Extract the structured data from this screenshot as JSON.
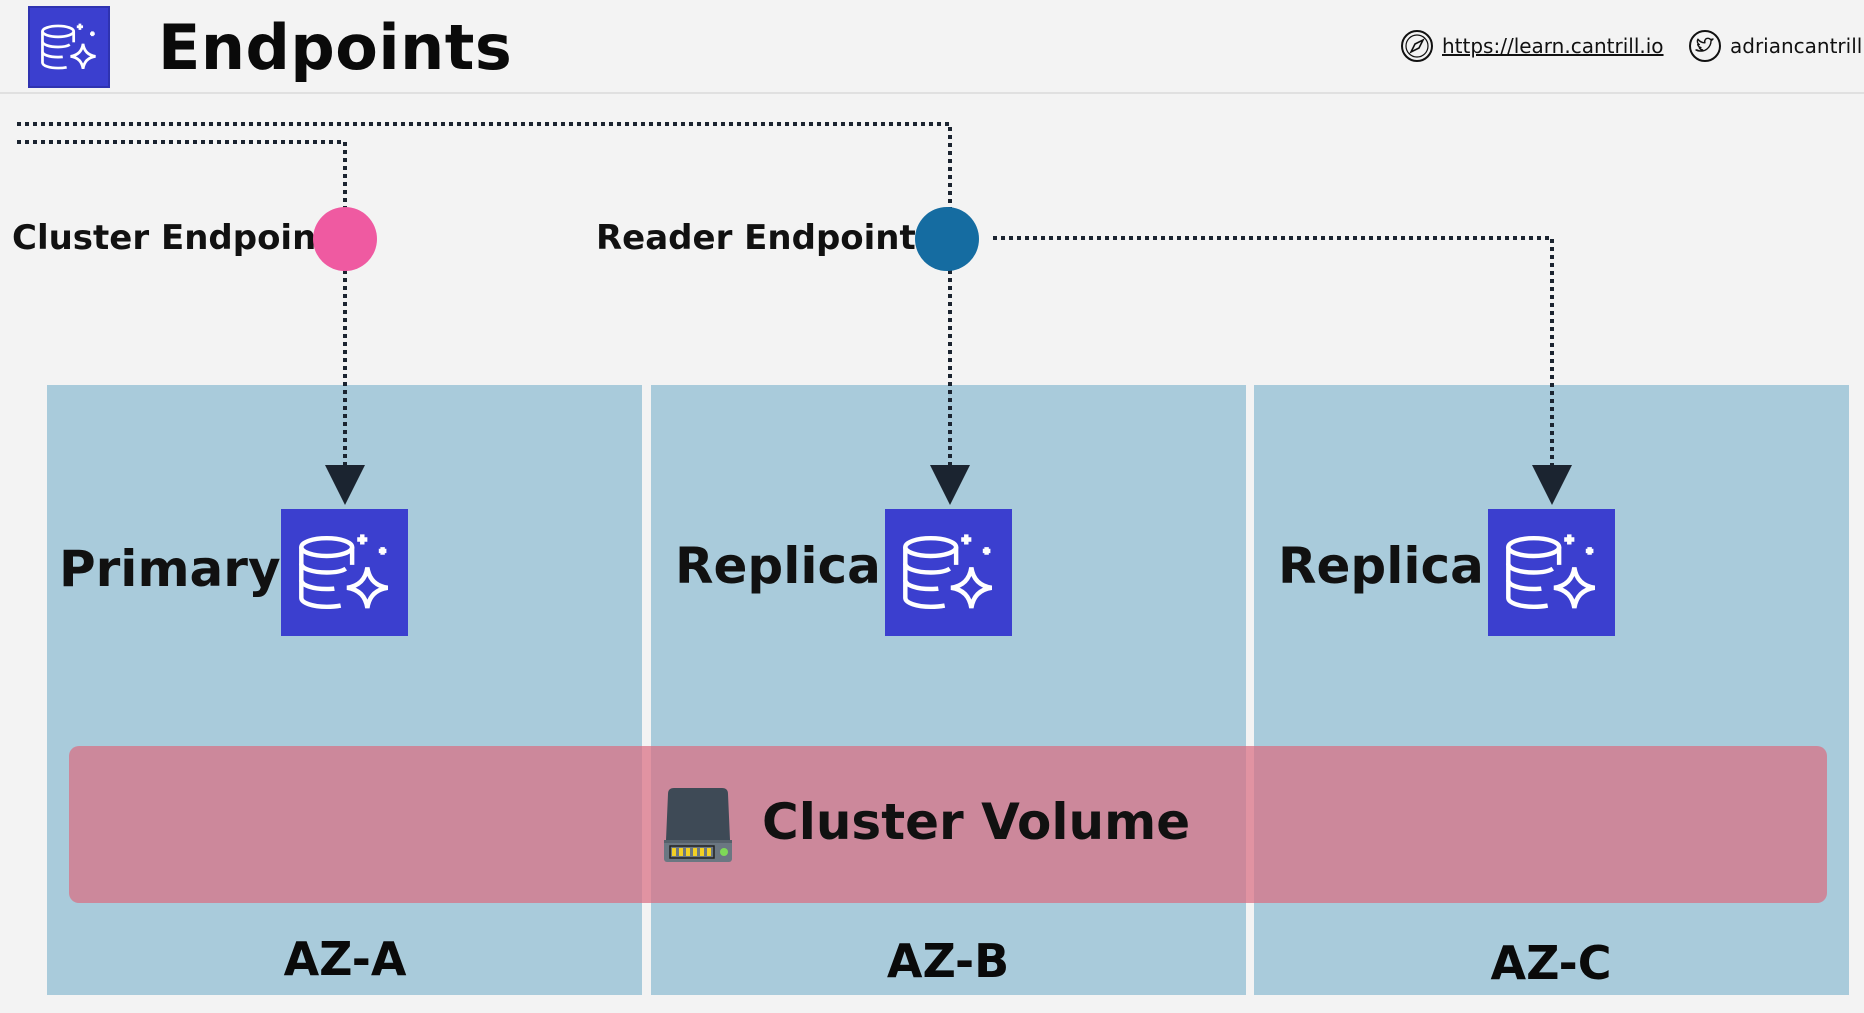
{
  "header": {
    "title": "Endpoints",
    "website": "https://learn.cantrill.io",
    "twitter_handle": "adriancantrill",
    "logo_icon": "aurora-database-icon"
  },
  "endpoints": {
    "cluster": {
      "label": "Cluster Endpoint",
      "color": "#ef5aa1"
    },
    "reader": {
      "label": "Reader Endpoint",
      "color": "#156ca1"
    }
  },
  "instances": [
    {
      "label": "Primary",
      "icon": "database-icon"
    },
    {
      "label": "Replica",
      "icon": "database-icon"
    },
    {
      "label": "Replica",
      "icon": "database-icon"
    }
  ],
  "availability_zones": [
    "AZ-A",
    "AZ-B",
    "AZ-C"
  ],
  "volume": {
    "label": "Cluster Volume",
    "icon": "hard-drive-icon",
    "color": "#d96e82"
  },
  "colors": {
    "az_background": "#a9cbdb",
    "db_icon_background": "#3b3fcf",
    "page_background": "#f3f3f3"
  }
}
